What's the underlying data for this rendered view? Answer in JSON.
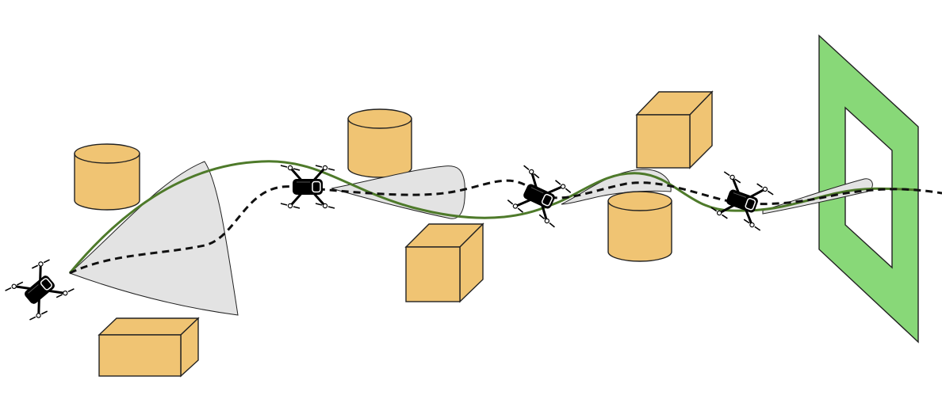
{
  "colors": {
    "background": "#ffffff",
    "obstacle_fill": "#f0c473",
    "obstacle_stroke": "#222222",
    "gate_fill": "#88d878",
    "uncertainty_fill": "#e3e3e3",
    "trajectory_green": "#4e7a2a",
    "trajectory_dashed": "#111111",
    "drone_body": "#000000"
  },
  "scene": {
    "obstacles": [
      {
        "id": "cylinder-1",
        "shape": "cylinder"
      },
      {
        "id": "cylinder-2",
        "shape": "cylinder"
      },
      {
        "id": "cylinder-3",
        "shape": "cylinder"
      },
      {
        "id": "box-1",
        "shape": "box"
      },
      {
        "id": "box-2",
        "shape": "box"
      },
      {
        "id": "box-3",
        "shape": "box"
      }
    ],
    "gate": {
      "shape": "square-frame"
    },
    "drones": [
      {
        "id": "drone-1"
      },
      {
        "id": "drone-2"
      },
      {
        "id": "drone-3"
      },
      {
        "id": "drone-4"
      }
    ],
    "trajectories": [
      {
        "id": "reference-trajectory",
        "style": "solid",
        "color_key": "trajectory_green"
      },
      {
        "id": "executed-trajectory",
        "style": "dashed",
        "color_key": "trajectory_dashed"
      }
    ],
    "uncertainty_regions": 4
  }
}
